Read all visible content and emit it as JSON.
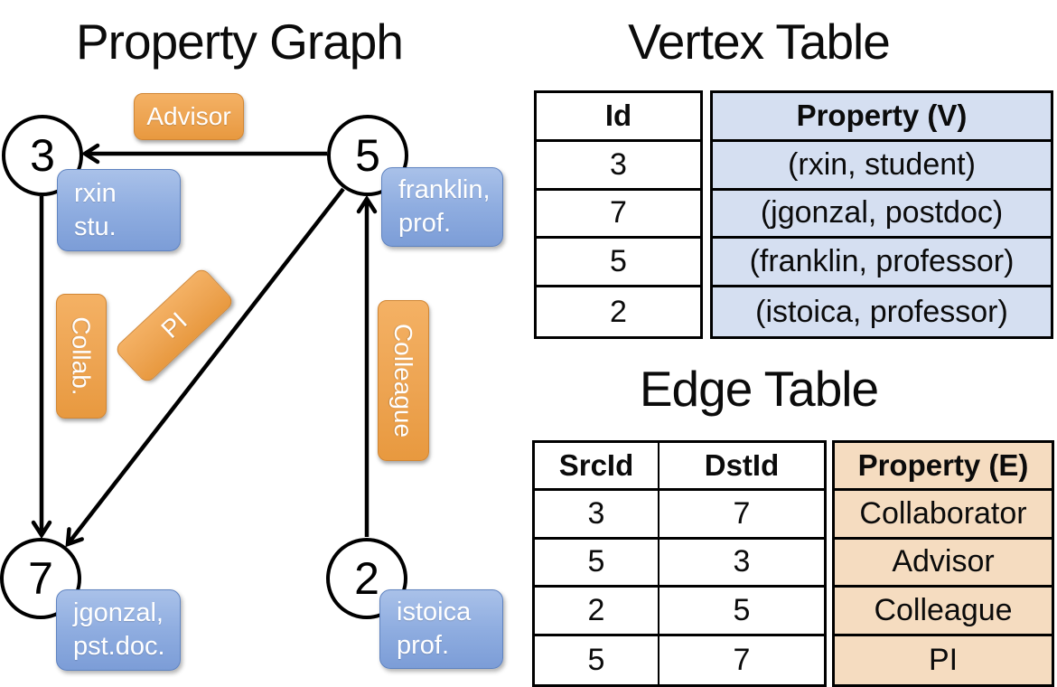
{
  "colors": {
    "edge_label_orange": "#eda452",
    "vertex_box_blue": "#8fade0",
    "vertex_table_cell_blue": "#d5dff1",
    "edge_table_cell_tan": "#f5dcc0",
    "line_black": "#000000"
  },
  "graph": {
    "title": "Property Graph",
    "nodes": [
      {
        "id": "3"
      },
      {
        "id": "5"
      },
      {
        "id": "7"
      },
      {
        "id": "2"
      }
    ],
    "edge_labels": {
      "advisor": "Advisor",
      "collab": "Collab.",
      "pi": "PI",
      "colleague": "Colleague"
    },
    "vertex_boxes": [
      {
        "line1": "rxin",
        "line2": "stu."
      },
      {
        "line1": "franklin,",
        "line2": "prof."
      },
      {
        "line1": "jgonzal,",
        "line2": "pst.doc."
      },
      {
        "line1": "istoica",
        "line2": "prof."
      }
    ]
  },
  "vertex_table": {
    "title": "Vertex Table",
    "columns": [
      "Id",
      "Property (V)"
    ],
    "rows": [
      [
        "3",
        "(rxin, student)"
      ],
      [
        "7",
        "(jgonzal, postdoc)"
      ],
      [
        "5",
        "(franklin, professor)"
      ],
      [
        "2",
        "(istoica, professor)"
      ]
    ]
  },
  "edge_table": {
    "title": "Edge Table",
    "columns": [
      "SrcId",
      "DstId",
      "Property (E)"
    ],
    "rows": [
      [
        "3",
        "7",
        "Collaborator"
      ],
      [
        "5",
        "3",
        "Advisor"
      ],
      [
        "2",
        "5",
        "Colleague"
      ],
      [
        "5",
        "7",
        "PI"
      ]
    ]
  }
}
